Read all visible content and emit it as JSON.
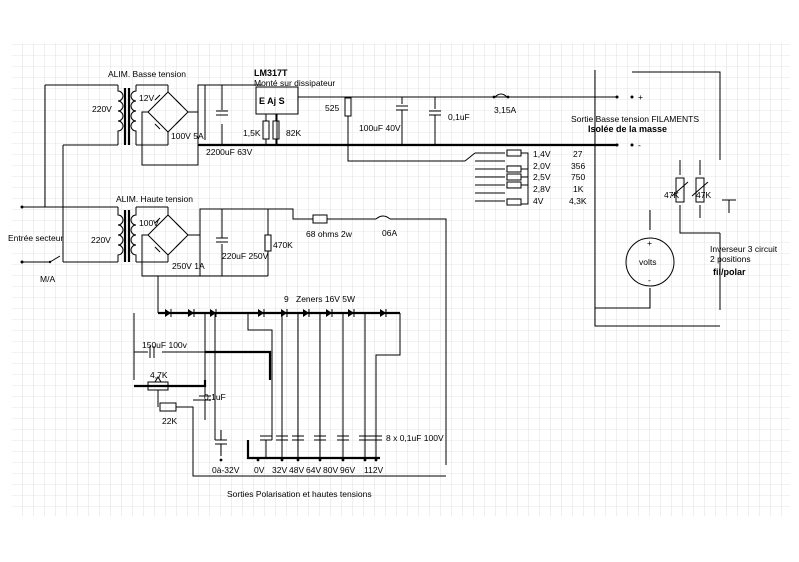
{
  "labels": {
    "alim_bt": "ALIM. Basse tension",
    "lm317": "LM317T",
    "dissip": "Monté sur dissipateur",
    "reg_pins": "E Aj S",
    "v220_bt": "220V",
    "v12": "12V",
    "bridge_bt": "100V 5A",
    "c2200": "2200uF 63V",
    "r15k": "1,5K",
    "r82k": "82K",
    "r525": "525",
    "c100": "100uF 40V",
    "c01a": "0,1uF",
    "fuse315": "3,15A",
    "sortie_bt": "Sortie Basse tension FILAMENTS",
    "isolee": "Isolée de la masse",
    "v14": "1,4V",
    "v20": "2,0V",
    "v25": "2,5V",
    "v28": "2,8V",
    "v4": "4V",
    "r27": "27",
    "r356": "356",
    "r750": "750",
    "r1k": "1K",
    "r43k": "4,3K",
    "r47a": "47K",
    "r47b": "47K",
    "alim_ht": "ALIM. Haute tension",
    "entree": "Entrée secteur",
    "ma": "M/A",
    "v220_ht": "220V",
    "v100": "100V",
    "bridge_ht": "250V 1A",
    "c220": "220uF 250V",
    "r470k": "470K",
    "r68": "68 ohms 2w",
    "fuse06": "06A",
    "volts": "volts",
    "inverseur": "Inverseur 3 circuit",
    "positions": "2 positions",
    "filpolar": "fil/polar",
    "nine": "9",
    "zeners": "Zeners 16V 5W",
    "c150": "150uF 100v",
    "r47kpot": "4,7K",
    "c01b": "0,1uF",
    "r22k": "22K",
    "c8x": "8 x 0,1uF 100V",
    "plus": "+",
    "minus": "-",
    "out_0a32": "0à-32V",
    "out_0": "0V",
    "out_32": "32V",
    "out_48": "48V",
    "out_64": "64V",
    "out_80": "80V",
    "out_96": "96V",
    "out_112": "112V",
    "sorties": "Sorties  Polarisation et hautes tensions"
  }
}
